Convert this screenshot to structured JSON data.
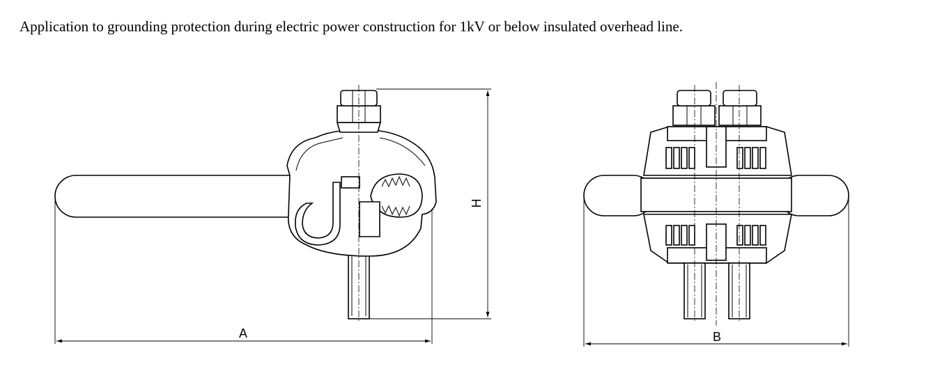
{
  "caption": "Application to grounding protection during electric power construction for 1kV or below insulated overhead line.",
  "dimension_labels": {
    "a": "A",
    "h": "H",
    "b": "B"
  },
  "colors": {
    "line": "#000000",
    "background": "#ffffff"
  }
}
